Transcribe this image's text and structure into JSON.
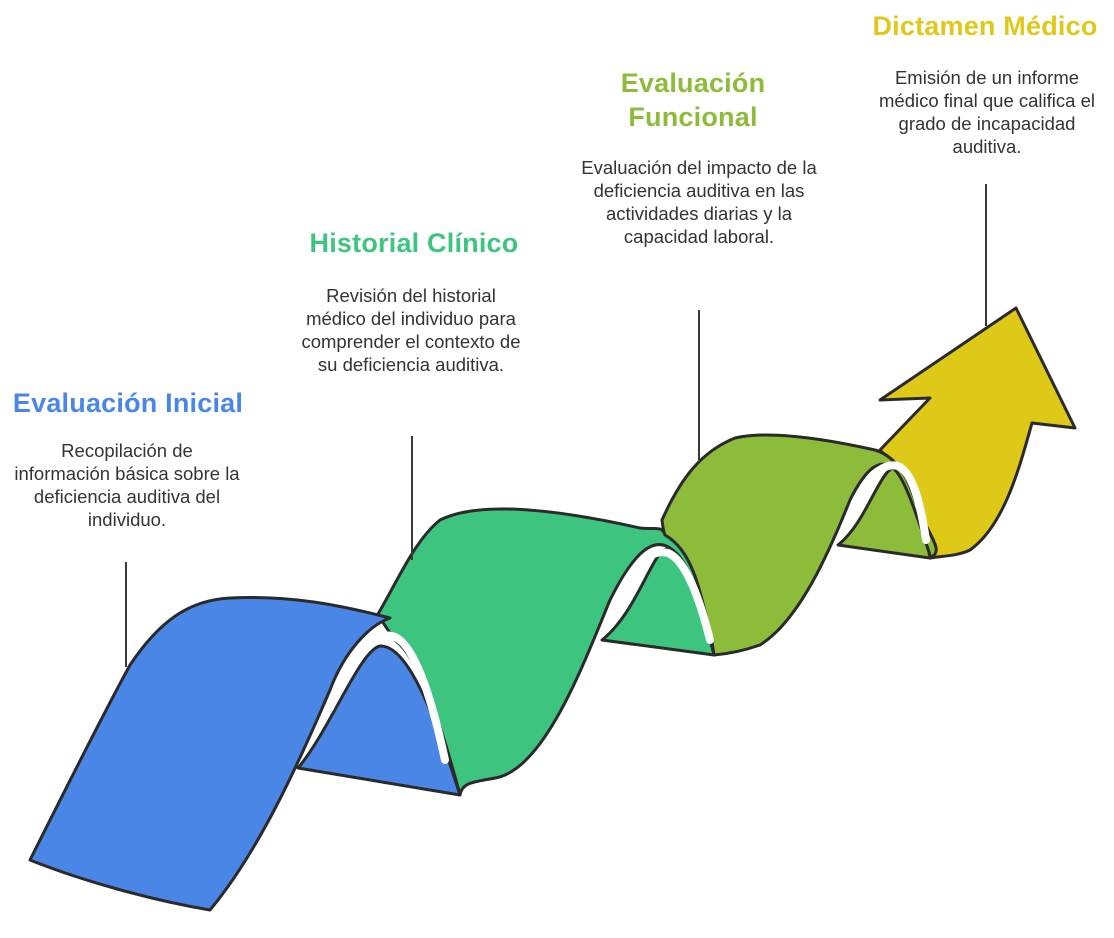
{
  "stages": [
    {
      "title": "Evaluación Inicial",
      "description": "Recopilación de información básica sobre la deficiencia auditiva del individuo.",
      "color": "#4A86E5"
    },
    {
      "title": "Historial Clínico",
      "description": "Revisión del historial médico del individuo para comprender el contexto de su deficiencia auditiva.",
      "color": "#3DC47F"
    },
    {
      "title": "Evaluación Funcional",
      "description": "Evaluación del impacto de la deficiencia auditiva en las actividades diarias y la capacidad laboral.",
      "color": "#8DBB3A"
    },
    {
      "title": "Dictamen Médico",
      "description": "Emisión de un informe médico final que califica el grado de incapacidad auditiva.",
      "color": "#E0C81A"
    }
  ]
}
